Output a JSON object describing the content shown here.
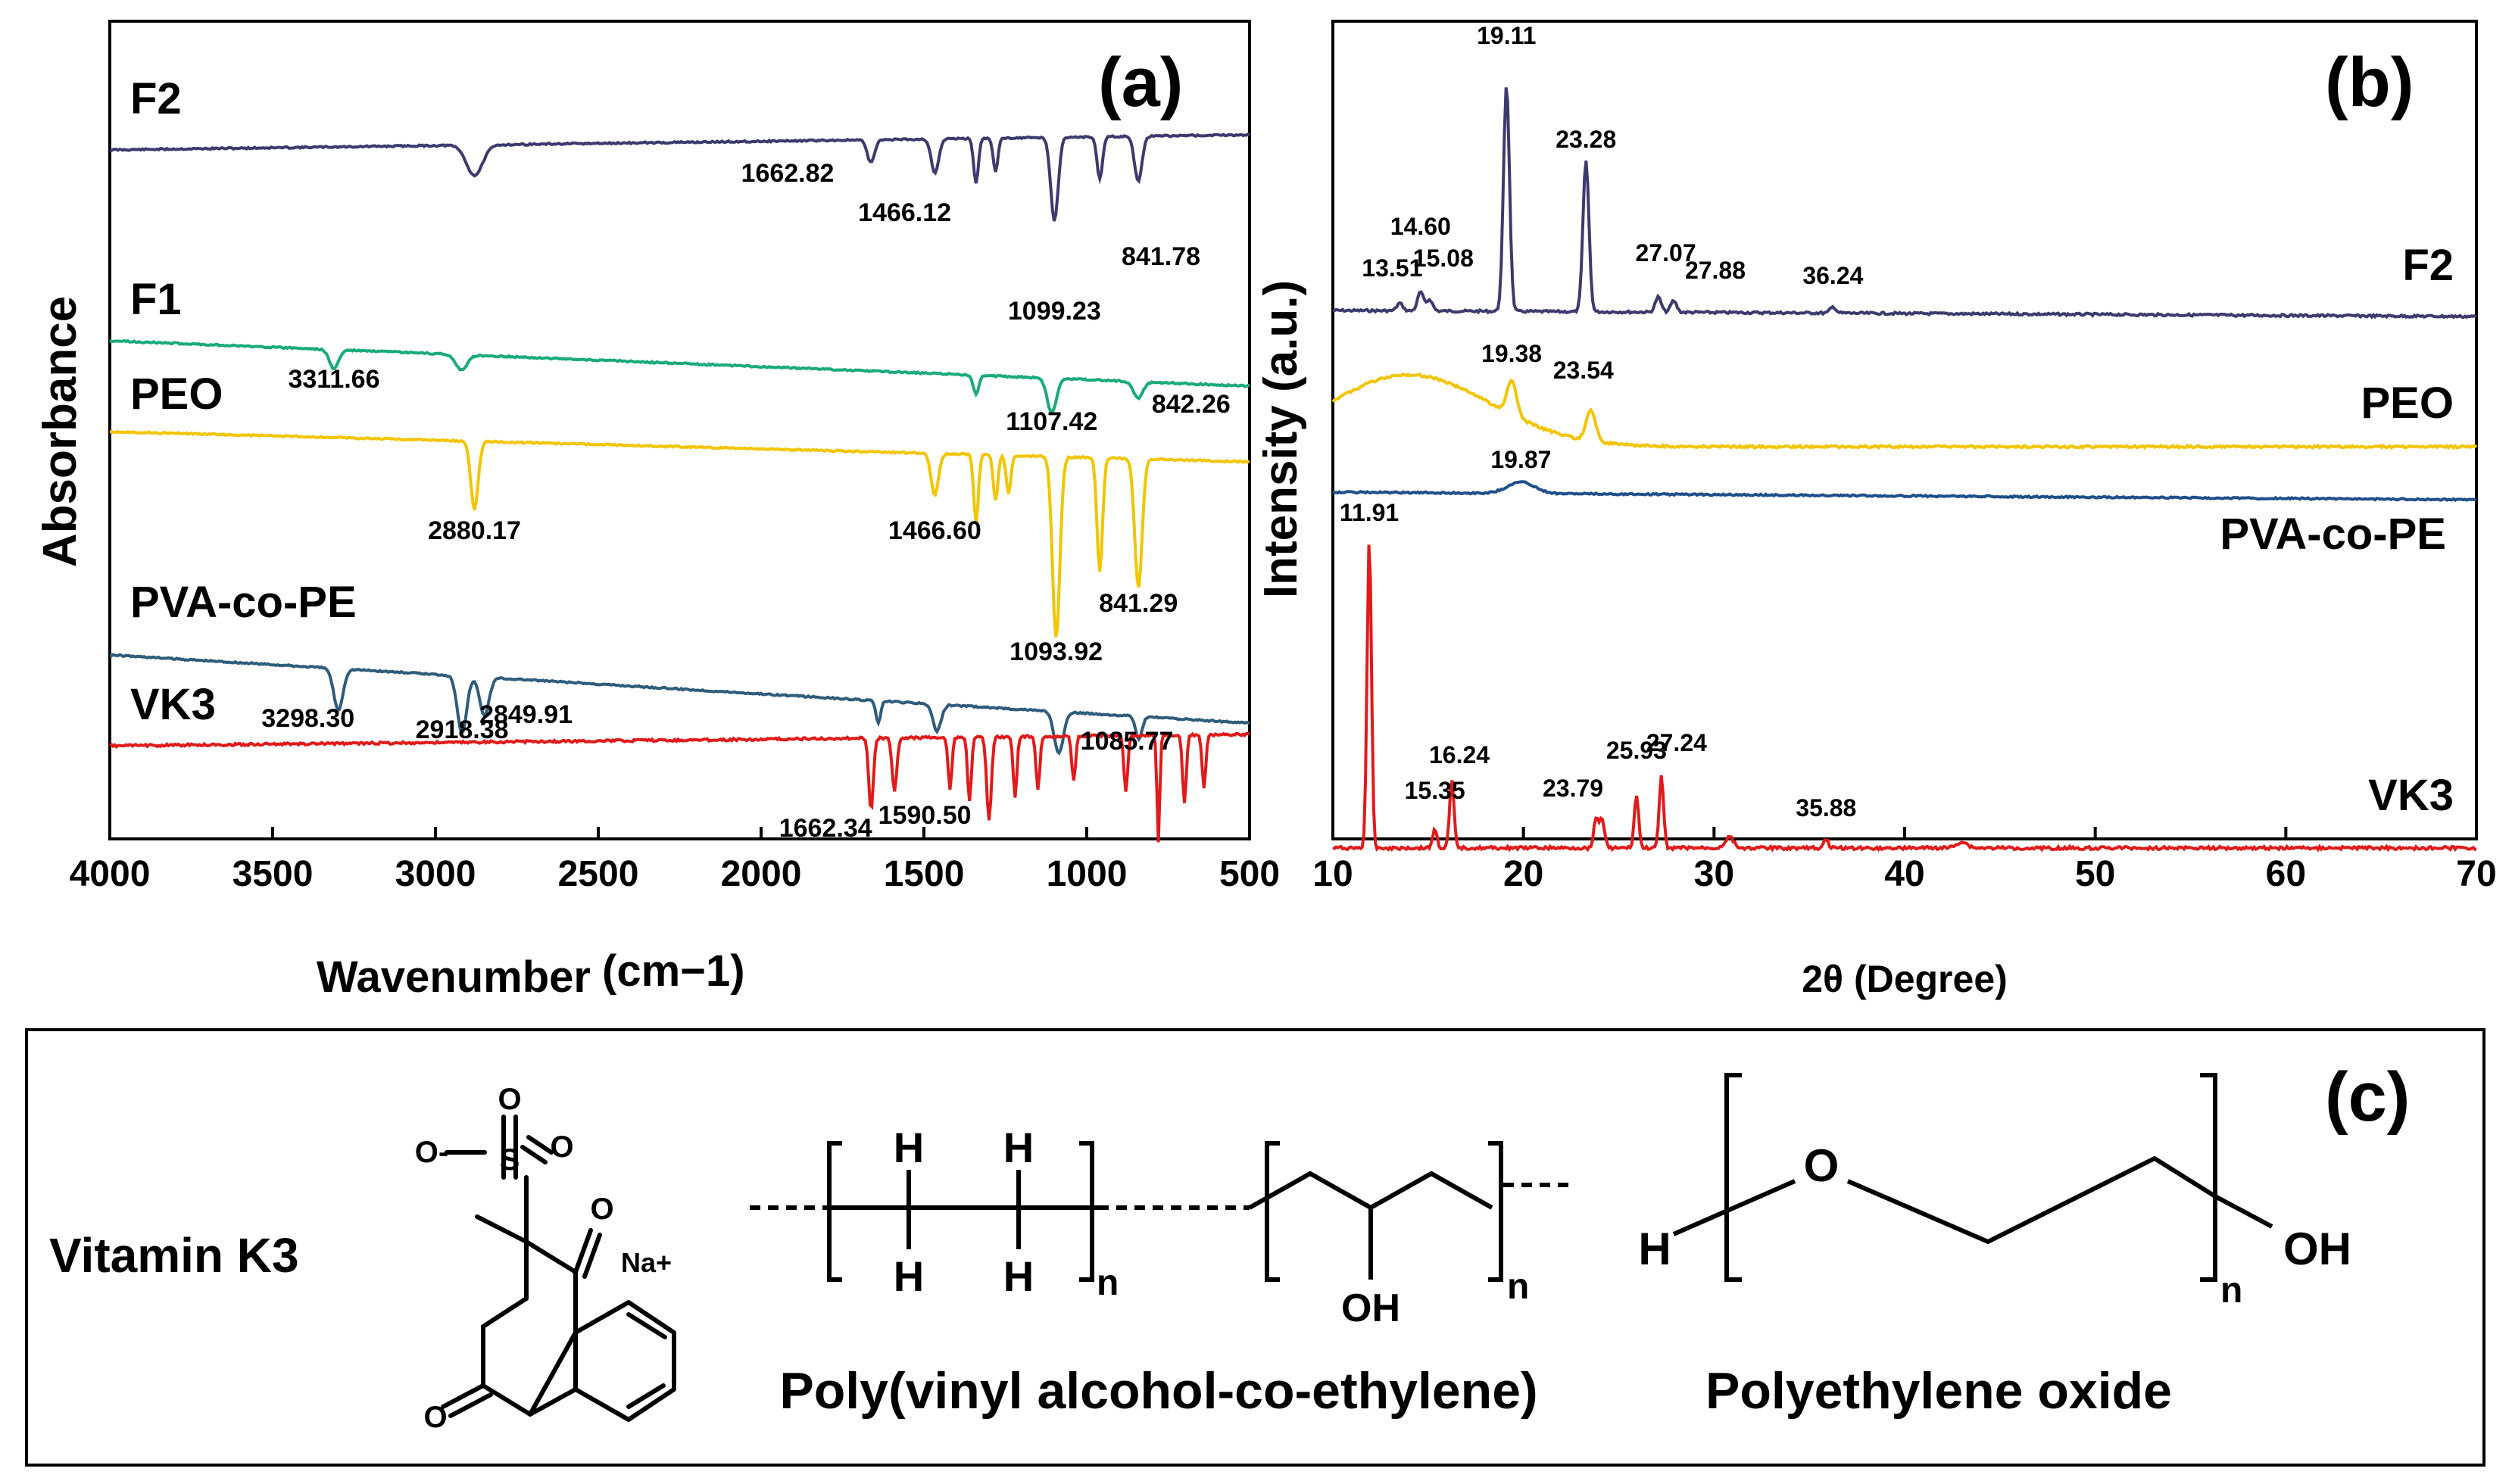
{
  "chart_data": [
    {
      "panel": "(a)",
      "type": "line",
      "xlabel": "Wavenumber",
      "xlabel_unit": "(cm−1)",
      "ylabel": "Absorbance",
      "xlim": [
        4000,
        500
      ],
      "x_reversed": true,
      "x_ticks": [
        "4000",
        "3500",
        "3000",
        "2500",
        "2000",
        "1500",
        "1000",
        "500"
      ],
      "series": [
        {
          "name": "F2",
          "color": "#3d3a6e",
          "peaks": [
            {
              "label": "1662.82",
              "x": 1662.82
            },
            {
              "label": "1466.12",
              "x": 1466.12
            },
            {
              "label": "1099.23",
              "x": 1099.23
            },
            {
              "label": "841.78",
              "x": 841.78
            }
          ]
        },
        {
          "name": "F1",
          "color": "#1aaa7c",
          "peaks": [
            {
              "label": "3311.66",
              "x": 3311.66
            },
            {
              "label": "1107.42",
              "x": 1107.42
            },
            {
              "label": "842.26",
              "x": 842.26
            }
          ]
        },
        {
          "name": "PEO",
          "color": "#f2c500",
          "peaks": [
            {
              "label": "2880.17",
              "x": 2880.17
            },
            {
              "label": "1466.60",
              "x": 1466.6
            },
            {
              "label": "1093.92",
              "x": 1093.92
            },
            {
              "label": "841.29",
              "x": 841.29
            }
          ]
        },
        {
          "name": "PVA-co-PE",
          "color": "#2e5c7c",
          "peaks": [
            {
              "label": "3298.30",
              "x": 3298.3
            },
            {
              "label": "2918.38",
              "x": 2918.38
            },
            {
              "label": "2849.91",
              "x": 2849.91
            },
            {
              "label": "1085.77",
              "x": 1085.77
            }
          ]
        },
        {
          "name": "VK3",
          "color": "#e11a1a",
          "peaks": [
            {
              "label": "1662.34",
              "x": 1662.34
            },
            {
              "label": "1590.50",
              "x": 1590.5
            }
          ]
        }
      ]
    },
    {
      "panel": "(b)",
      "type": "line",
      "xlabel": "2θ (Degree)",
      "ylabel": "Intensity (a.u.)",
      "xlim": [
        10,
        70
      ],
      "x_ticks": [
        "10",
        "20",
        "30",
        "40",
        "50",
        "60",
        "70"
      ],
      "series": [
        {
          "name": "F2",
          "color": "#3d3a6e",
          "peaks": [
            {
              "label": "13.51",
              "x": 13.51
            },
            {
              "label": "14.60",
              "x": 14.6
            },
            {
              "label": "15.08",
              "x": 15.08
            },
            {
              "label": "19.11",
              "x": 19.11
            },
            {
              "label": "23.28",
              "x": 23.28
            },
            {
              "label": "27.07",
              "x": 27.07
            },
            {
              "label": "27.88",
              "x": 27.88
            },
            {
              "label": "36.24",
              "x": 36.24
            }
          ]
        },
        {
          "name": "PEO",
          "color": "#f2c500",
          "peaks": [
            {
              "label": "19.38",
              "x": 19.38
            },
            {
              "label": "23.54",
              "x": 23.54
            }
          ]
        },
        {
          "name": "PVA-co-PE",
          "color": "#1f4f8a",
          "peaks": [
            {
              "label": "19.87",
              "x": 19.87
            }
          ]
        },
        {
          "name": "VK3",
          "color": "#e11a1a",
          "peaks": [
            {
              "label": "11.91",
              "x": 11.91
            },
            {
              "label": "15.35",
              "x": 15.35
            },
            {
              "label": "16.24",
              "x": 16.24
            },
            {
              "label": "23.79",
              "x": 23.79
            },
            {
              "label": "25.93",
              "x": 25.93
            },
            {
              "label": "27.24",
              "x": 27.24
            },
            {
              "label": "35.88",
              "x": 35.88
            }
          ]
        }
      ]
    }
  ],
  "structures": {
    "panel": "(c)",
    "vk3_name": "Vitamin K3",
    "vk3_counter_ion": "Na+",
    "pva_name": "Poly(vinyl alcohol-co-ethylene)",
    "peo_name": "Polyethylene oxide",
    "atoms": {
      "h": "H",
      "o": "O",
      "oh": "OH",
      "s": "S",
      "n": "n",
      "o_minus": "O-"
    }
  }
}
